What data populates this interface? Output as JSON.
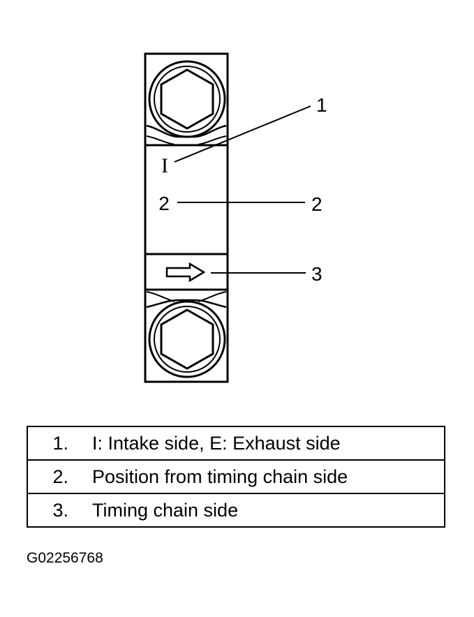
{
  "diagram": {
    "bearing_mark": "I",
    "position_mark": "2",
    "callouts": [
      "1",
      "2",
      "3"
    ]
  },
  "legend": [
    {
      "num": "1.",
      "text": "I: Intake side, E: Exhaust side"
    },
    {
      "num": "2.",
      "text": "Position from timing chain side"
    },
    {
      "num": "3.",
      "text": "Timing chain side"
    }
  ],
  "figure_id": "G02256768"
}
